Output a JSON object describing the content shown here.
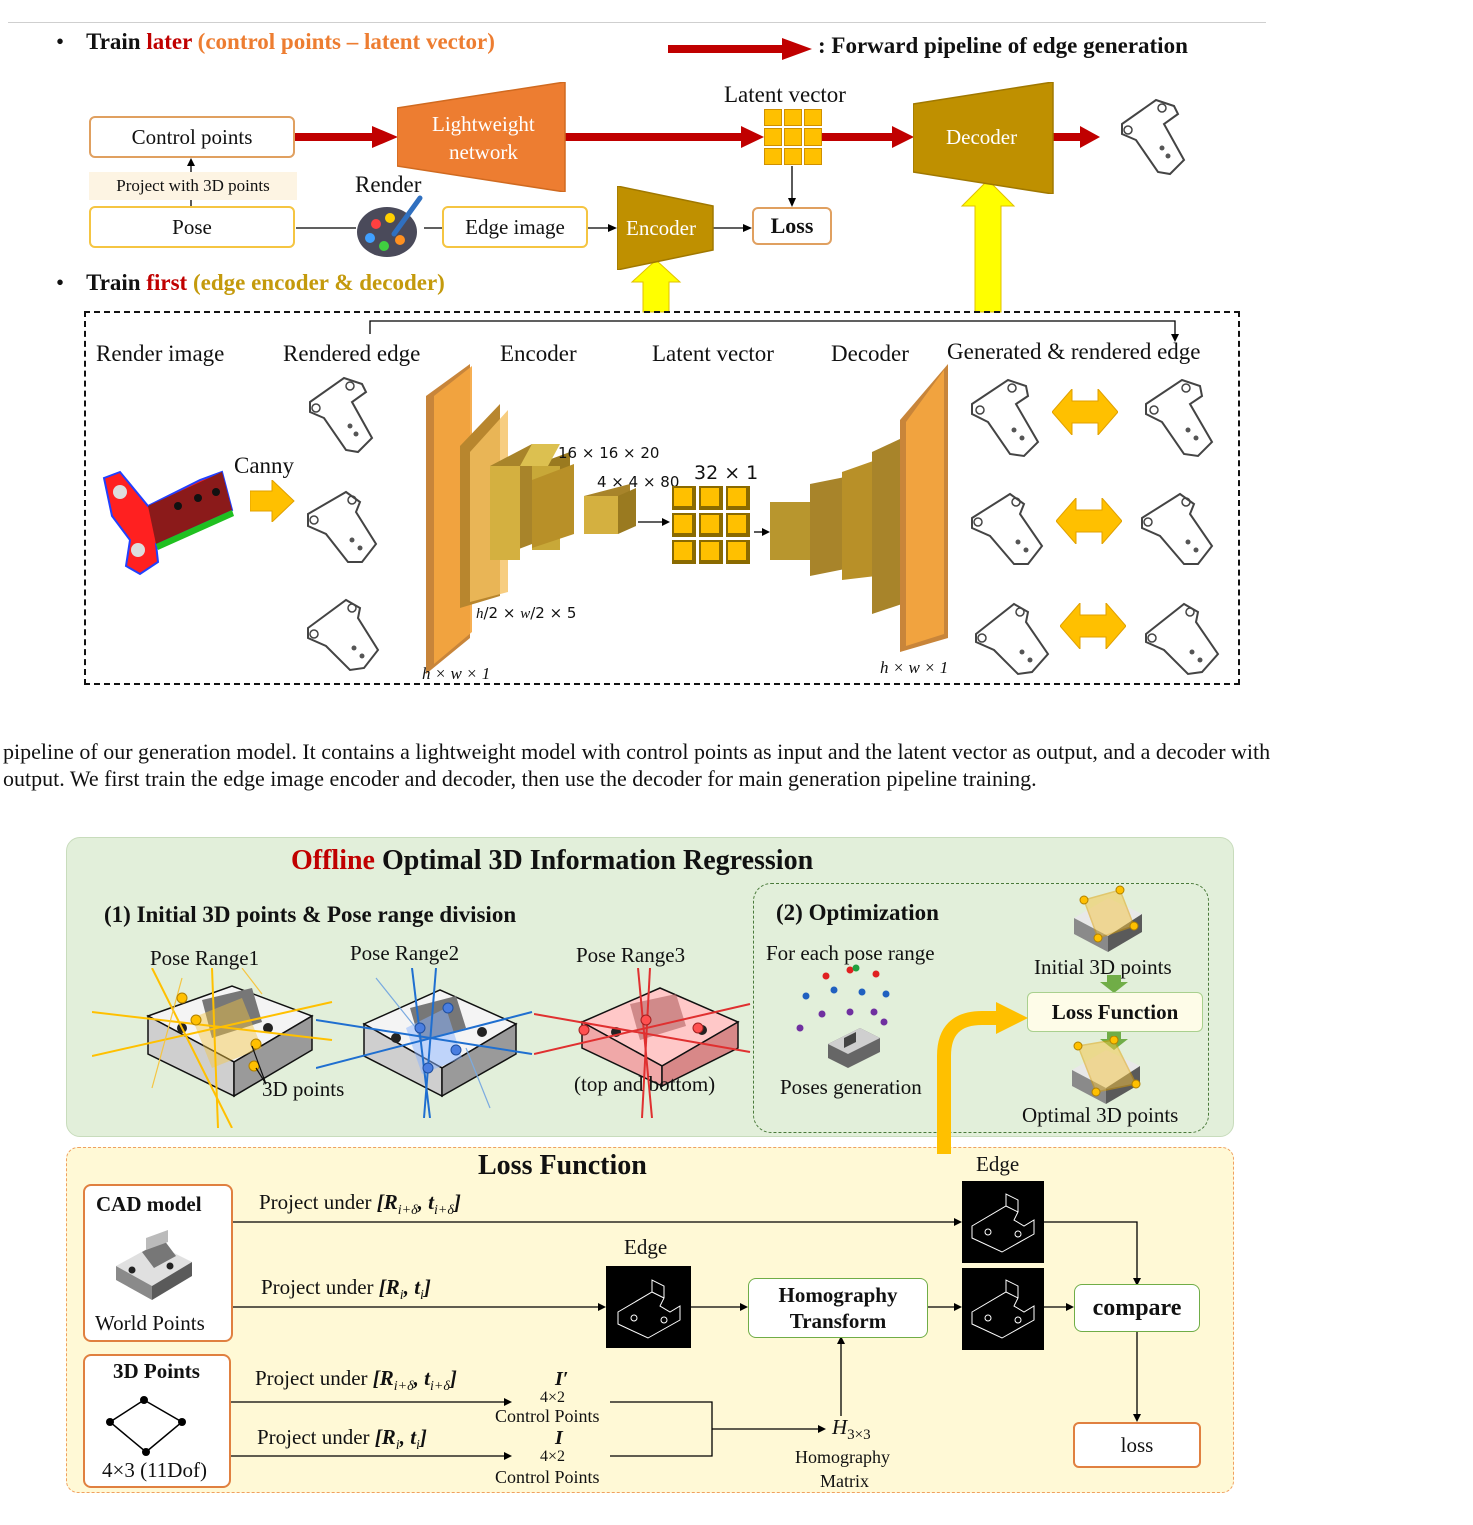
{
  "top": {
    "bullet_later": {
      "prefix": "Train ",
      "highlight": "later",
      "rest": " (control points – latent vector)"
    },
    "legend": ": Forward pipeline of edge generation",
    "latent_vector_label": "Latent vector",
    "control_points": "Control points",
    "project_with": "Project with  3D points",
    "pose": "Pose",
    "render": "Render",
    "edge_image": "Edge image",
    "lightweight_network": [
      "Lightweight",
      "network"
    ],
    "encoder": "Encoder",
    "decoder": "Decoder",
    "loss": "Loss",
    "bullet_first": {
      "prefix": "Train ",
      "highlight": "first",
      "rest": " (edge encoder & decoder)"
    },
    "lower": {
      "render_image": "Render image",
      "rendered_edge": "Rendered edge",
      "encoder": "Encoder",
      "latent_vector": "Latent vector",
      "decoder": "Decoder",
      "generated_rendered_edge": "Generated & rendered edge",
      "canny": "Canny",
      "dim_16": "16 × 16 × 20",
      "dim_4": "4 × 4 × 80",
      "dim_32": "32 × 1",
      "dim_h2": "× 5",
      "dim_in": "h × w × 1",
      "dim_out": "h × w × 1"
    }
  },
  "caption": [
    "pipeline of our generation model. It contains a lightweight model with control points as input and the latent vector as output, and a decoder with",
    "output. We first train the edge image encoder and decoder, then use the decoder for main generation pipeline training."
  ],
  "bottom": {
    "title_highlight": "Offline",
    "title_rest": " Optimal 3D Information Regression",
    "section1": "(1)  Initial 3D points  & Pose range division",
    "pose_range1": "Pose Range1",
    "pose_range2": "Pose Range2",
    "pose_range3": "Pose Range3",
    "points_3d": "3D points",
    "top_bottom": "(top and bottom)",
    "section2": "(2)  Optimization",
    "for_each": "For each pose range",
    "poses_generation": "Poses generation",
    "initial_3d": "Initial 3D points",
    "loss_function_box": "Loss Function",
    "optimal_3d": "Optimal 3D points",
    "loss_title": "Loss Function",
    "cad_model": "CAD model",
    "world_points": "World Points",
    "points_box": "3D Points",
    "dof": "4×3 (11Dof)",
    "edge_top": "Edge",
    "edge_mid": "Edge",
    "homography": [
      "Homography",
      "Transform"
    ],
    "compare": "compare",
    "loss": "loss",
    "control_points_1": "Control Points",
    "control_points_2": "Control Points",
    "homography_matrix": [
      "Homography",
      "Matrix"
    ],
    "dim_4x2_a": "4×2",
    "dim_4x2_b": "4×2",
    "project_prefix": "Project under "
  },
  "colors": {
    "dark_red": "#c00000",
    "orange": "#ed7d31",
    "gold": "#bf9000",
    "yellow": "#ffc000",
    "bright_yellow": "#ffff00",
    "green_panel": "#e2efda",
    "yellow_panel": "#fff9d6",
    "gold_text": "#c49a0c"
  }
}
